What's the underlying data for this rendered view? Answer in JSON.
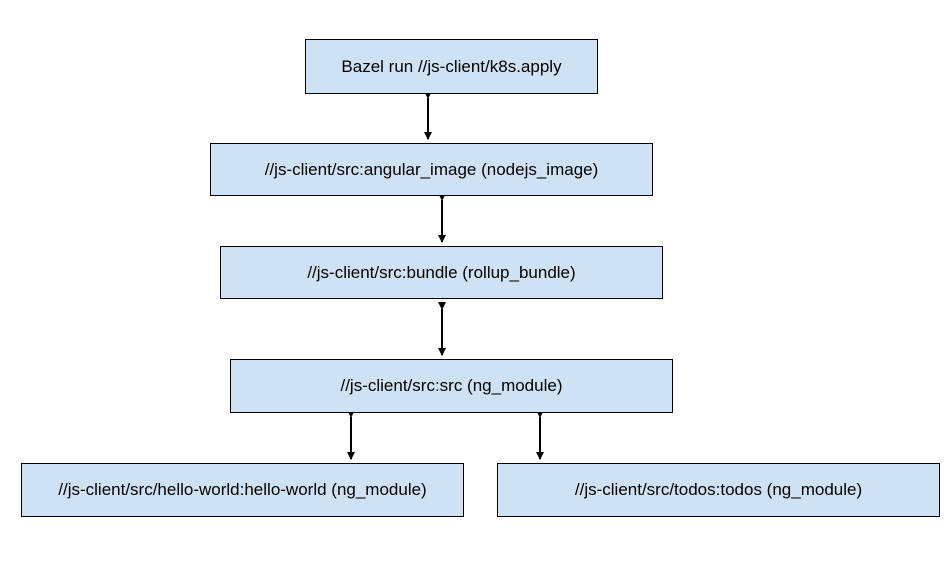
{
  "diagram": {
    "node_fill": "#cfe2f3",
    "border_color": "#000000",
    "arrow_color": "#000000",
    "nodes": [
      {
        "label": "Bazel run //js-client/k8s.apply"
      },
      {
        "label": "//js-client/src:angular_image (nodejs_image)"
      },
      {
        "label": "//js-client/src:bundle (rollup_bundle)"
      },
      {
        "label": "//js-client/src:src (ng_module)"
      },
      {
        "label": "//js-client/src/hello-world:hello-world (ng_module)"
      },
      {
        "label": "//js-client/src/todos:todos (ng_module)"
      }
    ],
    "edges": [
      {
        "from": 0,
        "to": 1,
        "direction": "both"
      },
      {
        "from": 1,
        "to": 2,
        "direction": "both"
      },
      {
        "from": 2,
        "to": 3,
        "direction": "both"
      },
      {
        "from": 3,
        "to": 4,
        "direction": "both"
      },
      {
        "from": 3,
        "to": 5,
        "direction": "both"
      }
    ]
  }
}
